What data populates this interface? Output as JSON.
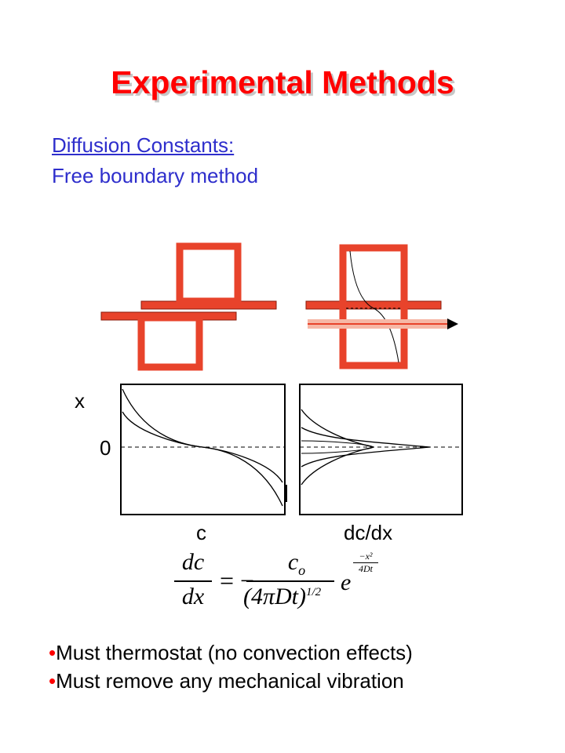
{
  "slide": {
    "title": "Experimental Methods",
    "subtitle_underlined": "Diffusion Constants:",
    "subtitle": "Free boundary method"
  },
  "diagram": {
    "axis_label_x": "x",
    "axis_label_zero": "0",
    "panel_label_left": "c",
    "panel_label_right": "dc/dx"
  },
  "formula": {
    "lhs_num": "dc",
    "lhs_den": "dx",
    "equals": "= −",
    "rhs_num": "c",
    "rhs_num_sub": "o",
    "rhs_den": "(4πDt)",
    "rhs_den_exp": "1/2",
    "exp_base": "e",
    "exp_num": "−x²",
    "exp_den": "4Dt"
  },
  "bullets": [
    "Must thermostat (no convection effects)",
    "Must remove any mechanical vibration"
  ],
  "colors": {
    "title": "#ff0000",
    "subtitle": "#2e2ecc",
    "cell_fill": "#e8432b",
    "cell_stroke": "#8a1a0a",
    "bullet_dot": "#ff0000"
  }
}
